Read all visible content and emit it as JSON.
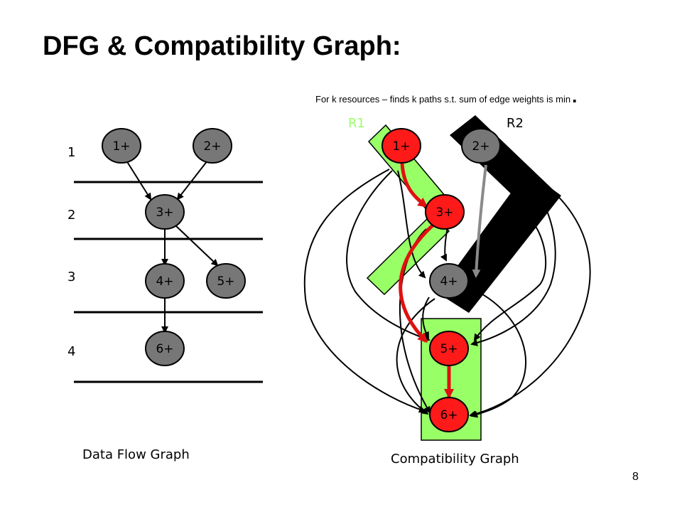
{
  "slide": {
    "title": "DFG & Compatibility Graph:",
    "note": "For k resources – finds k paths s.t. sum of edge weights is min",
    "note_dot": ".",
    "page_number": "8"
  },
  "dfg": {
    "caption": "Data Flow Graph",
    "steps": [
      "1",
      "2",
      "3",
      "4"
    ],
    "nodes": [
      "1+",
      "2+",
      "3+",
      "4+",
      "5+",
      "6+"
    ],
    "edges": [
      [
        "1+",
        "3+"
      ],
      [
        "2+",
        "3+"
      ],
      [
        "3+",
        "4+"
      ],
      [
        "3+",
        "5+"
      ],
      [
        "4+",
        "6+"
      ]
    ]
  },
  "compat": {
    "caption": "Compatibility Graph",
    "resources": [
      {
        "label": "R1",
        "color": "#99ff66",
        "path": [
          "1+",
          "3+",
          "5+",
          "6+"
        ]
      },
      {
        "label": "R2",
        "color": "#000000",
        "path": [
          "2+",
          "4+"
        ]
      }
    ],
    "nodes": [
      "1+",
      "2+",
      "3+",
      "4+",
      "5+",
      "6+"
    ],
    "selected_nodes": [
      "1+",
      "3+",
      "5+",
      "6+"
    ],
    "selected_edges": [
      [
        "1+",
        "3+"
      ],
      [
        "3+",
        "5+"
      ],
      [
        "5+",
        "6+"
      ]
    ],
    "r2_edge": [
      "2+",
      "4+"
    ]
  },
  "colors": {
    "node_gray": "#777777",
    "node_red": "#ff1a1a",
    "edge_red": "#e01010",
    "edge_gray": "#8a8a8a",
    "highlight_green": "#99ff66",
    "r1_label": "#99ff66"
  }
}
